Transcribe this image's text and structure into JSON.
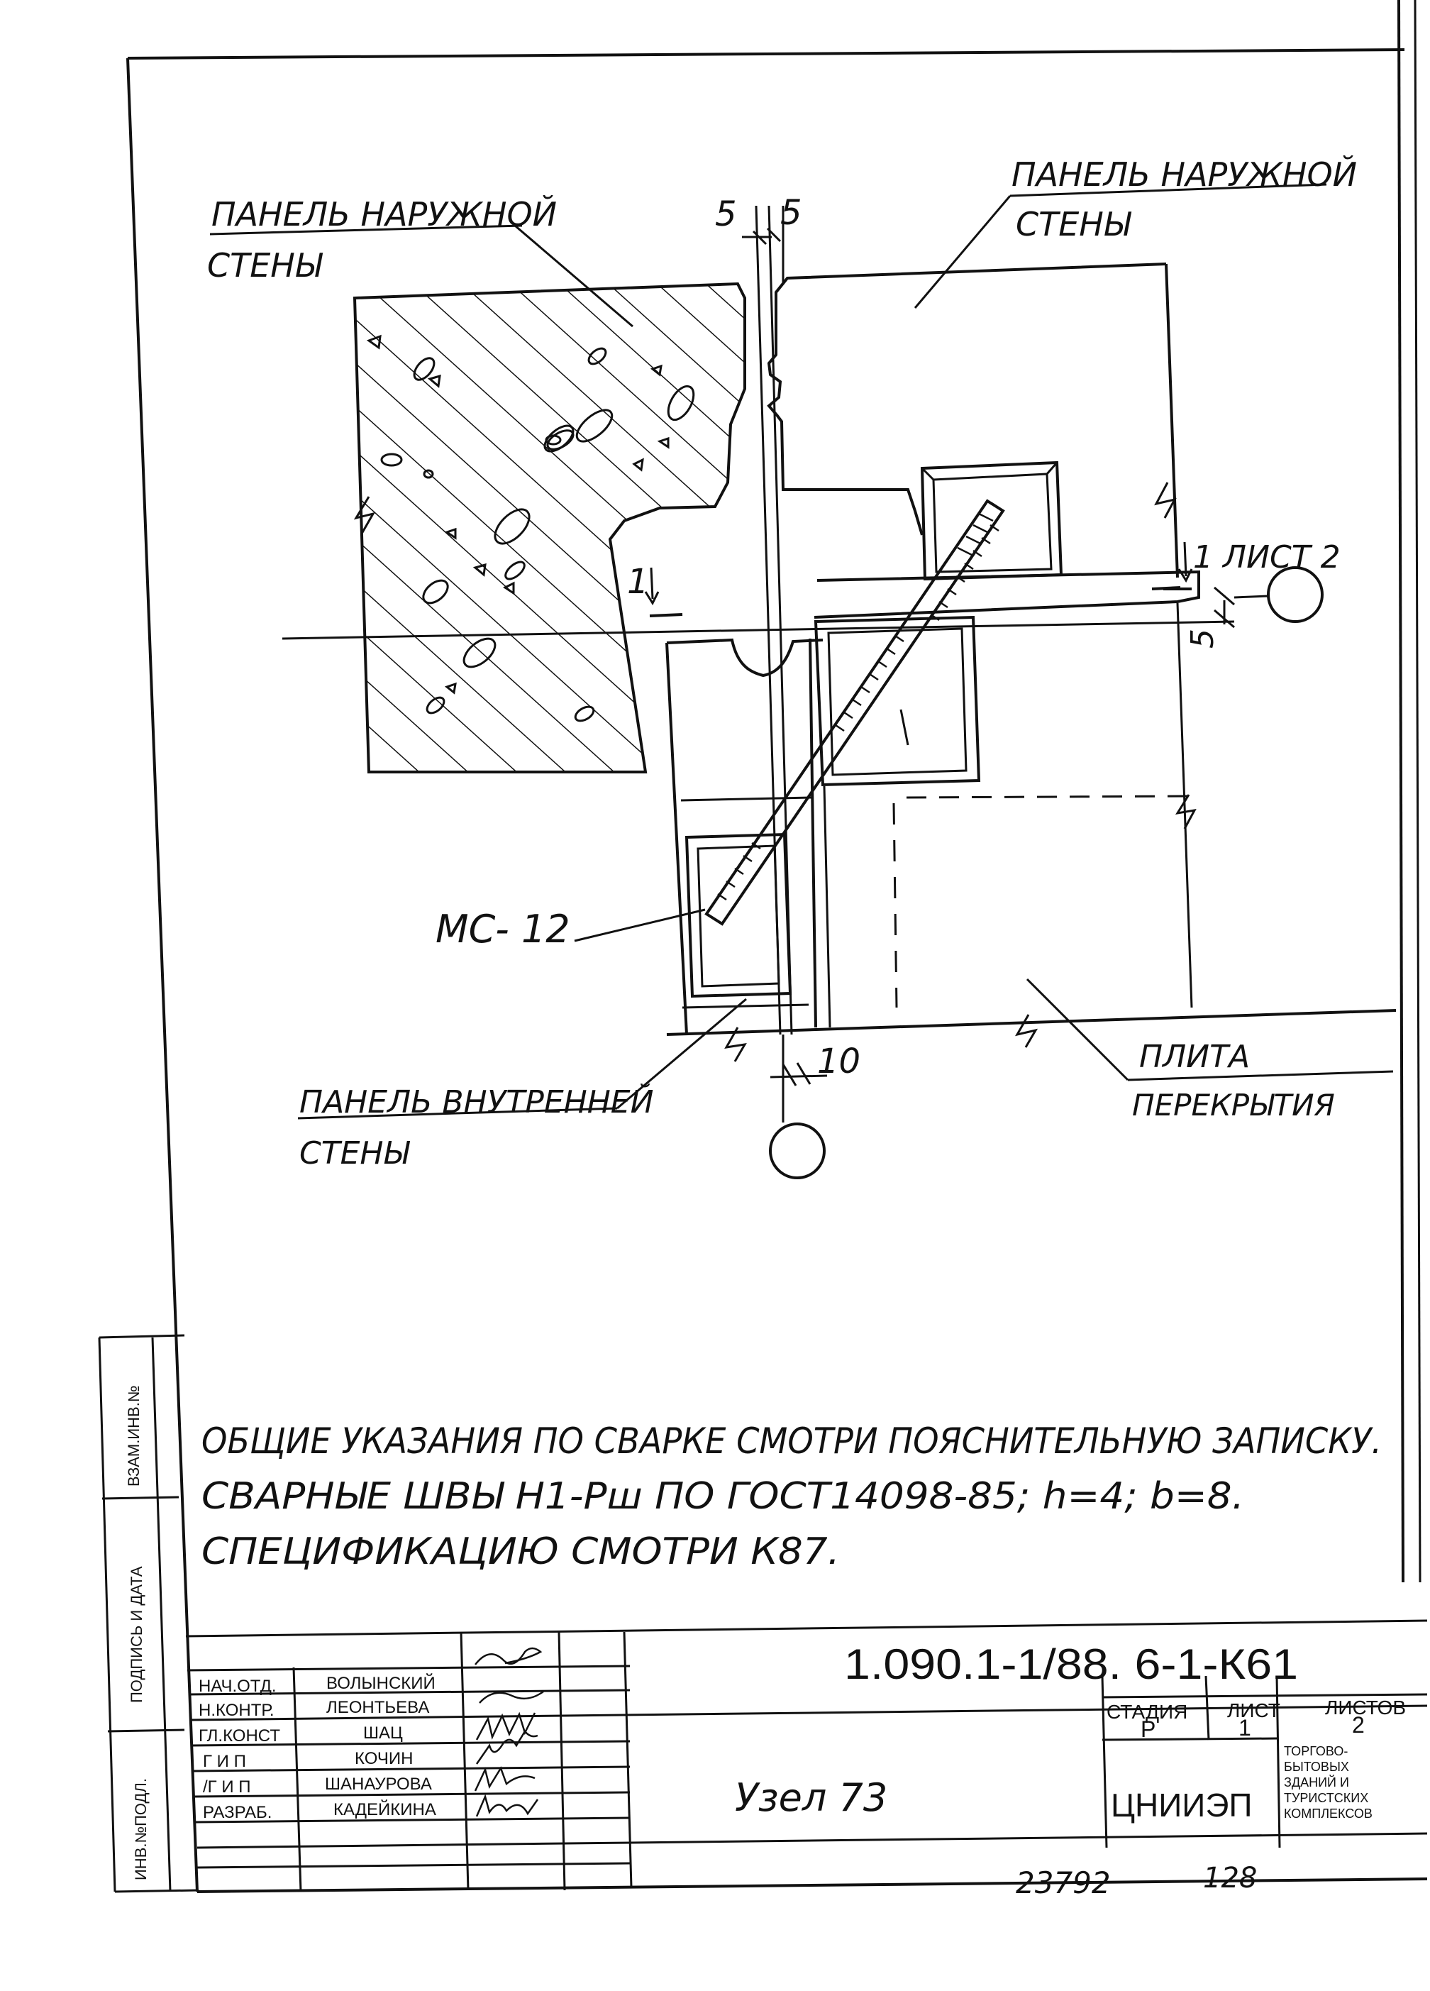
{
  "labels": {
    "outer_panel_left_1": "ПАНЕЛЬ НАРУЖНОЙ",
    "outer_panel_left_2": "СТЕНЫ",
    "outer_panel_right_1": "ПАНЕЛЬ НАРУЖНОЙ",
    "outer_panel_right_2": "СТЕНЫ",
    "inner_panel_1": "ПАНЕЛЬ ВНУТРЕННЕЙ",
    "inner_panel_2": "СТЕНЫ",
    "slab_1": "ПЛИТА",
    "slab_2": "ПЕРЕКРЫТИЯ",
    "embedded_part": "МС- 12",
    "dim_5_left": "5",
    "dim_5_right": "5",
    "dim_5_vertical": "5",
    "dim_10": "10",
    "section_mark": "1",
    "section_ref": "1 ЛИСТ 2"
  },
  "notes": [
    "ОБЩИЕ УКАЗАНИЯ ПО СВАРКЕ СМОТРИ ПОЯСНИТЕЛЬНУЮ ЗАПИСКУ.",
    "СВАРНЫЕ ШВЫ Н1-Рш ПО ГОСТ14098-85; h=4; b=8.",
    "СПЕЦИФИКАЦИЮ СМОТРИ К87."
  ],
  "side_stamp": {
    "field_1": "ВЗАМ.ИНВ.№",
    "field_2": "ПОДПИСЬ И ДАТА",
    "field_3": "ИНВ.№ПОДЛ."
  },
  "title_block": {
    "code": "1.090.1-1/88. 6-1-К61",
    "title": "Узел 73",
    "staff": [
      {
        "role": "НАЧ.ОТД.",
        "name": "ВОЛЫНСКИЙ"
      },
      {
        "role": "Н.КОНТР.",
        "name": "ЛЕОНТЬЕВА"
      },
      {
        "role": "ГЛ.КОНСТ",
        "name": "ШАЦ"
      },
      {
        "role": "Г И П",
        "name": "КОЧИН"
      },
      {
        "role": "/Г И П",
        "name": "ШАНАУРОВА"
      },
      {
        "role": "РАЗРАБ.",
        "name": "КАДЕЙКИНА"
      }
    ],
    "stage_header": "СТАДИЯ",
    "sheet_header": "ЛИСТ",
    "sheets_header": "ЛИСТОВ",
    "stage": "Р",
    "sheet": "1",
    "sheets": "2",
    "org": "ЦНИИЭП",
    "org_desc": [
      "ТОРГОВО-",
      "БЫТОВЫХ",
      "ЗДАНИЙ И",
      "ТУРИСТСКИХ",
      "КОМПЛЕКСОВ"
    ]
  },
  "archive": {
    "number": "23792",
    "page": "128"
  }
}
